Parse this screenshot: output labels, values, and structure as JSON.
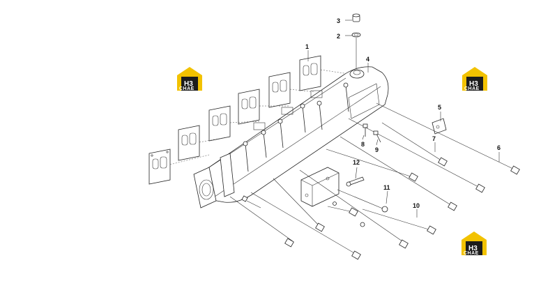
{
  "callouts": {
    "c1": "1",
    "c2": "2",
    "c3": "3",
    "c4": "4",
    "c5": "5",
    "c6": "6",
    "c7": "7",
    "c8": "8",
    "c9": "9",
    "c10": "10",
    "c11": "11",
    "c12": "12"
  },
  "logo": {
    "mark": "H3",
    "label": "CHAE",
    "colors": {
      "yellow": "#f2c200",
      "dark": "#1c1c1c",
      "white": "#ffffff"
    }
  }
}
